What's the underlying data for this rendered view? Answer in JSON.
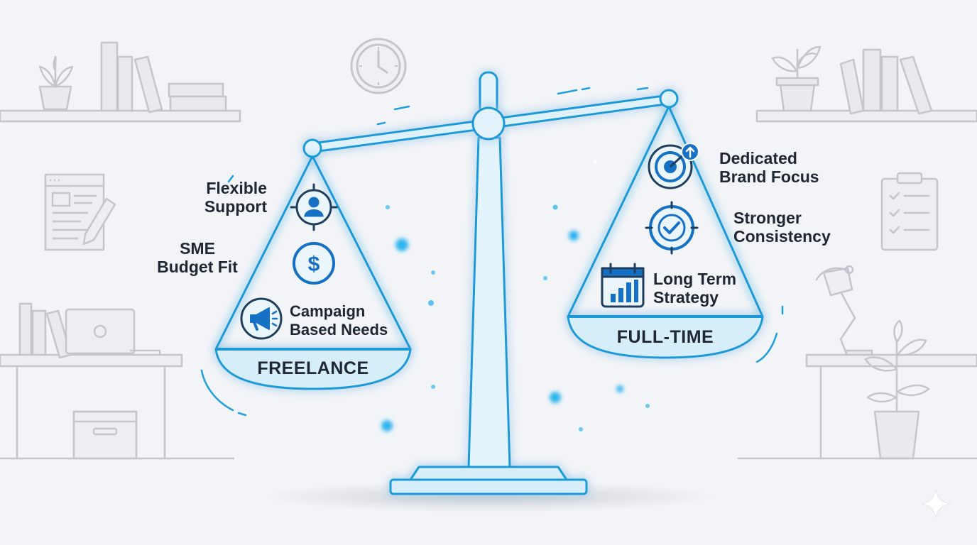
{
  "left_pan": {
    "title": "FREELANCE",
    "items": [
      {
        "line1": "Flexible",
        "line2": "Support",
        "icon": "user-target-icon"
      },
      {
        "line1": "SME",
        "line2": "Budget Fit",
        "icon": "dollar-coin-icon"
      },
      {
        "line1": "Campaign",
        "line2": "Based Needs",
        "icon": "megaphone-icon"
      }
    ]
  },
  "right_pan": {
    "title": "FULL-TIME",
    "items": [
      {
        "line1": "Dedicated",
        "line2": "Brand Focus",
        "icon": "bullseye-icon"
      },
      {
        "line1": "Stronger",
        "line2": "Consistency",
        "icon": "checkmark-target-icon"
      },
      {
        "line1": "Long Term",
        "line2": "Strategy",
        "icon": "calendar-chart-icon"
      }
    ]
  },
  "colors": {
    "accent": "#1a8fd6",
    "scale_fill": "#d6eef9",
    "scale_stroke": "#1b9ad8",
    "icon_blue": "#1670c4",
    "background": "#f2f4f7",
    "line_art": "#c3c7cd"
  }
}
